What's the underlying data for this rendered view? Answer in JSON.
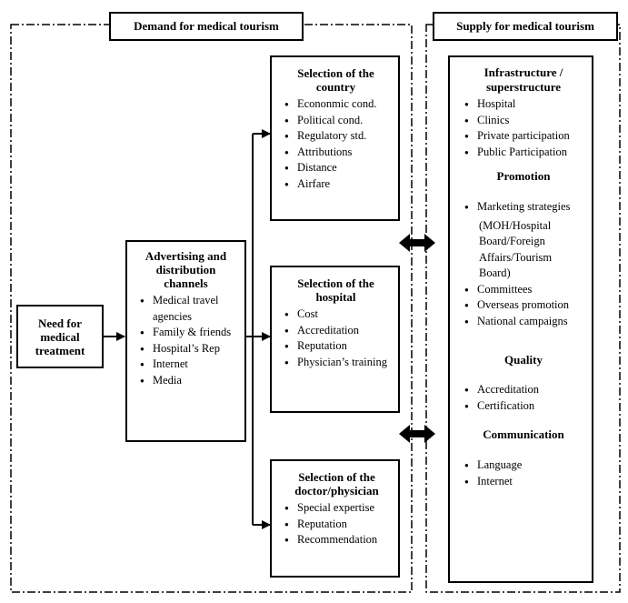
{
  "demand_header": "Demand for medical tourism",
  "supply_header": "Supply for medical tourism",
  "need": "Need for medical treatment",
  "advertising": {
    "title": "Advertising and distribution channels",
    "items": [
      "Medical travel agencies",
      "Family & friends",
      "Hospital’s Rep",
      "Internet",
      "Media"
    ]
  },
  "country": {
    "title": "Selection of the country",
    "items": [
      "Econonmic cond.",
      "Political cond.",
      "Regulatory std.",
      "Attributions",
      "Distance",
      "Airfare"
    ]
  },
  "hospital": {
    "title": "Selection of the hospital",
    "items": [
      "Cost",
      "Accreditation",
      "Reputation",
      "Physician’s training"
    ]
  },
  "doctor": {
    "title": "Selection of the doctor/physician",
    "items": [
      "Special expertise",
      "Reputation",
      "Recommendation"
    ]
  },
  "supply": {
    "infra_title": "Infrastructure / superstructure",
    "infra_items": [
      "Hospital",
      "Clinics",
      "Private participation",
      "Public Participation"
    ],
    "promo_title": "Promotion",
    "promo_item1": "Marketing strategies",
    "promo_note": "(MOH/Hospital Board/Foreign Affairs/Tourism Board)",
    "promo_items": [
      "Committees",
      "Overseas promotion",
      "National campaigns"
    ],
    "quality_title": "Quality",
    "quality_items": [
      "Accreditation",
      "Certification"
    ],
    "comm_title": "Communication",
    "comm_items": [
      "Language",
      "Internet"
    ]
  }
}
